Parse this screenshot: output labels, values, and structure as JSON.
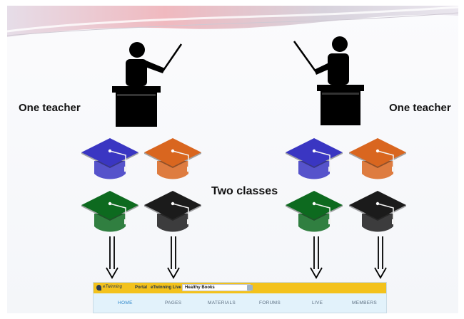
{
  "slide": {
    "teacher_left_label": "One teacher",
    "teacher_right_label": "One teacher",
    "classes_label": "Two classes"
  },
  "caps": {
    "left": [
      "blue",
      "orange",
      "green",
      "black"
    ],
    "right": [
      "blue",
      "orange",
      "green",
      "black"
    ]
  },
  "colors": {
    "blue": "#3a36c2",
    "orange": "#d9661f",
    "green": "#0d6a1f",
    "black": "#1b1b1b",
    "portal_bar": "#f3c21c",
    "portal_bg": "#e2f2fb"
  },
  "portal": {
    "logo": "eTwinning",
    "link_portal": "Portal",
    "link_live": "eTwinning Live",
    "tab_label": "Healthy Books",
    "nav": [
      "HOME",
      "PAGES",
      "MATERIALS",
      "FORUMS",
      "LIVE",
      "MEMBERS"
    ],
    "active_nav": "HOME"
  }
}
